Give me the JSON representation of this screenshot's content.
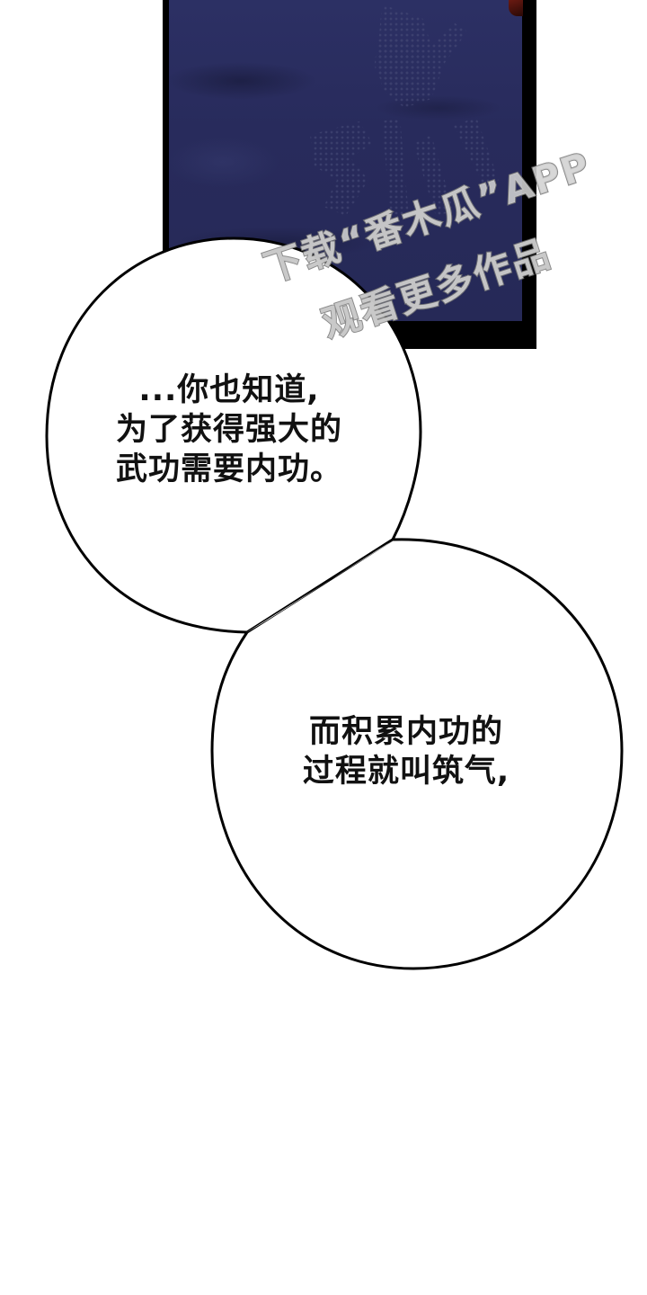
{
  "panel": {
    "colors": {
      "frame": "#000000",
      "background": "#282b5c",
      "accent_detail": "#6b1a12"
    }
  },
  "watermark": {
    "line1": "下载“番木瓜”APP",
    "line2": "观看更多作品",
    "logo_icon": "papaya-logo-icon"
  },
  "bubbles": [
    {
      "lines": [
        "...你也知道,",
        "为了获得强大的",
        "武功需要内功。"
      ]
    },
    {
      "lines": [
        "而积累内功的",
        "过程就叫筑气,"
      ]
    }
  ],
  "colors": {
    "page_background": "#ffffff",
    "bubble_fill": "#ffffff",
    "bubble_outline": "#000000",
    "text": "#111111",
    "watermark_fill": "#d2d2d2",
    "watermark_stroke": "#787878"
  }
}
